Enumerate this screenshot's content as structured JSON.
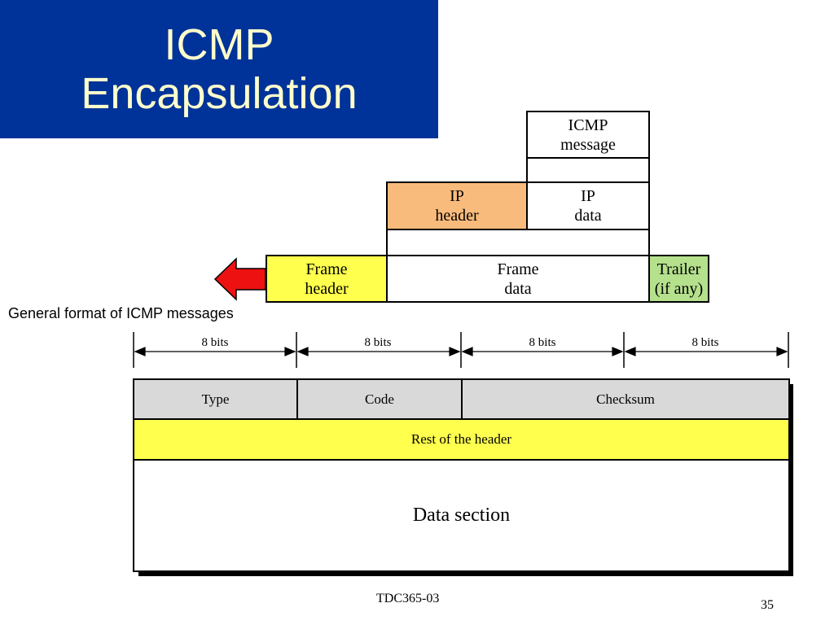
{
  "title": {
    "line1": "ICMP",
    "line2": "Encapsulation"
  },
  "encapsulation": {
    "icmp_message": "ICMP\nmessage",
    "ip_header": "IP\nheader",
    "ip_data": "IP\ndata",
    "frame_header": "Frame\nheader",
    "frame_data": "Frame\ndata",
    "trailer": "Trailer\n(if any)",
    "colors": {
      "ip_header": "#f9bb7b",
      "frame_header": "#ffff4d",
      "trailer": "#b5e08c",
      "arrow": "#ee1111"
    }
  },
  "format": {
    "caption": "General format of ICMP messages",
    "bits_labels": [
      "8 bits",
      "8 bits",
      "8 bits",
      "8 bits"
    ],
    "type": "Type",
    "code": "Code",
    "checksum": "Checksum",
    "rest_of_header": "Rest of the header",
    "data_section": "Data section",
    "colors": {
      "header_row": "#d9d9d9",
      "rest_row": "#ffff4d"
    }
  },
  "footer": {
    "course": "TDC365-03",
    "page": "35"
  }
}
